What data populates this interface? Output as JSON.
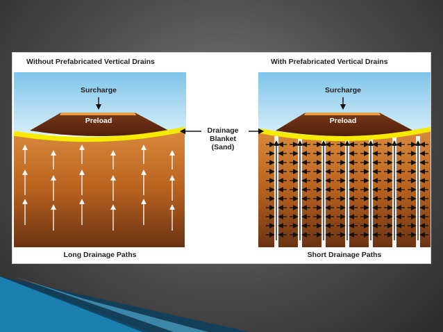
{
  "left_panel": {
    "title": "Without Prefabricated Vertical Drains",
    "surcharge": "Surcharge",
    "preload": "Preload",
    "bottom": "Long Drainage Paths"
  },
  "right_panel": {
    "title": "With Prefabricated Vertical Drains",
    "surcharge": "Surcharge",
    "preload": "Preload",
    "bottom": "Short Drainage Paths"
  },
  "center": {
    "blanket_line1": "Drainage",
    "blanket_line2": "Blanket",
    "blanket_line3": "(Sand)"
  },
  "colors": {
    "sky": "#9fd3ee",
    "soil": "#b8621f",
    "preload": "#6b2f14",
    "sand": "#f2e600",
    "accent": "#1a8fbf"
  }
}
